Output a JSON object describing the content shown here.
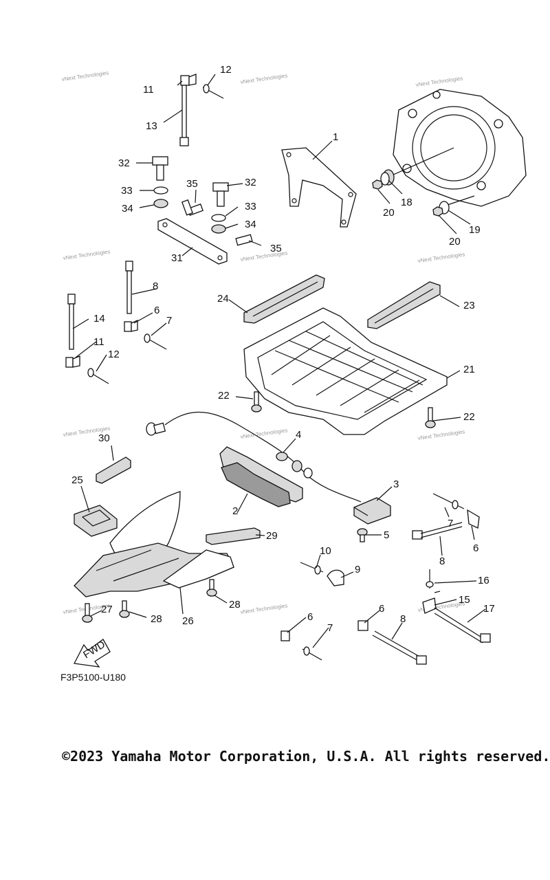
{
  "diagram": {
    "code": "F3P5100-U180",
    "fwd_label": "FWD",
    "watermark": "vNext Technologies",
    "part_labels": [
      "1",
      "2",
      "3",
      "4",
      "5",
      "6",
      "7",
      "8",
      "9",
      "10",
      "11",
      "12",
      "13",
      "14",
      "15",
      "16",
      "17",
      "18",
      "19",
      "20",
      "21",
      "22",
      "23",
      "24",
      "25",
      "26",
      "27",
      "28",
      "29",
      "30",
      "31",
      "32",
      "33",
      "34",
      "35"
    ]
  },
  "footer": {
    "copyright": "©2023 Yamaha Motor Corporation, U.S.A. All rights reserved."
  }
}
